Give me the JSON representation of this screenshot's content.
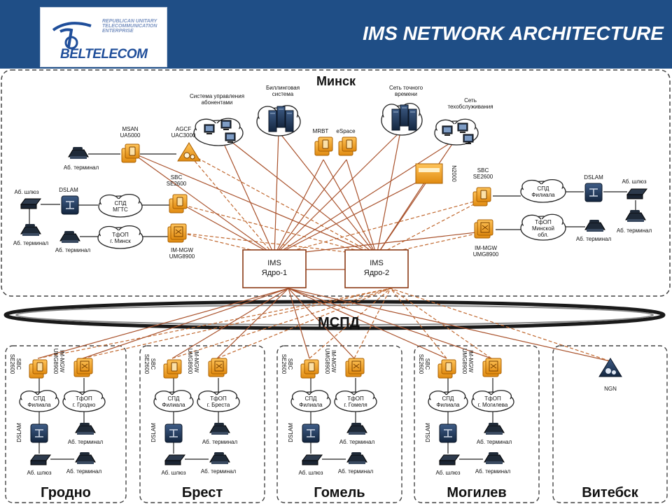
{
  "header": {
    "title": "IMS NETWORK ARCHITECTURE",
    "logo_name": "BELTELECOM",
    "logo_sub": "REPUBLICAN UNITARY TELECOMMUNICATION ENTERPRISE"
  },
  "colors": {
    "header": "#1f4e86",
    "link": "#b5552a",
    "device": "#f5a623",
    "device_dark": "#a85f00",
    "cloud_ring": "#1a1a1a"
  },
  "minsk": {
    "title": "Минск",
    "cores": [
      {
        "name": "IMS",
        "sub": "Ядро-1"
      },
      {
        "name": "IMS",
        "sub": "Ядро-2"
      }
    ],
    "nodes": {
      "subs_mgmt": "Система управления абонентами",
      "billing": "Биллинговая система",
      "time_net": "Сеть точного времени",
      "tech_net": "Сеть техобслуживания",
      "mrbt": "MRBT",
      "espace": "eSpace",
      "msan": "MSAN UA5000",
      "agcf": "AGCF UAC3000",
      "ab_terminal": "Аб. терминал",
      "ab_gateway": "Аб. шлюз",
      "dslam": "DSLAM",
      "spd_mgts": "СПД МГТС",
      "tfop_minsk": "ТфОП г. Минск",
      "sbc": "SBC SE2600",
      "img": "IM-MGW UMG8900",
      "n2000": "N2000",
      "sbc_right": "SBC SE2600",
      "spd_filial": "СПД Филиала",
      "tfop_obl": "ТфОП Минской обл.",
      "img_right": "IM-MGW UMG8900",
      "dslam_right": "DSLAM"
    }
  },
  "backbone": "МСПД",
  "regions": [
    {
      "name": "Гродно",
      "tfop": "ТфОП г. Гродно"
    },
    {
      "name": "Брест",
      "tfop": "ТфОП г. Бреста"
    },
    {
      "name": "Гомель",
      "tfop": "ТфОП г. Гомеля"
    },
    {
      "name": "Могилев",
      "tfop": "ТфОП г. Могилева"
    },
    {
      "name": "Витебск",
      "ngn": "NGN"
    }
  ],
  "region_labels": {
    "sbc": "SBC SE2600",
    "img": "IM-MGW UMG8900",
    "spd": "СПД Филиала",
    "dslam": "DSLAM",
    "ab_terminal": "Аб. терминал",
    "ab_gateway": "Аб. шлюз"
  }
}
